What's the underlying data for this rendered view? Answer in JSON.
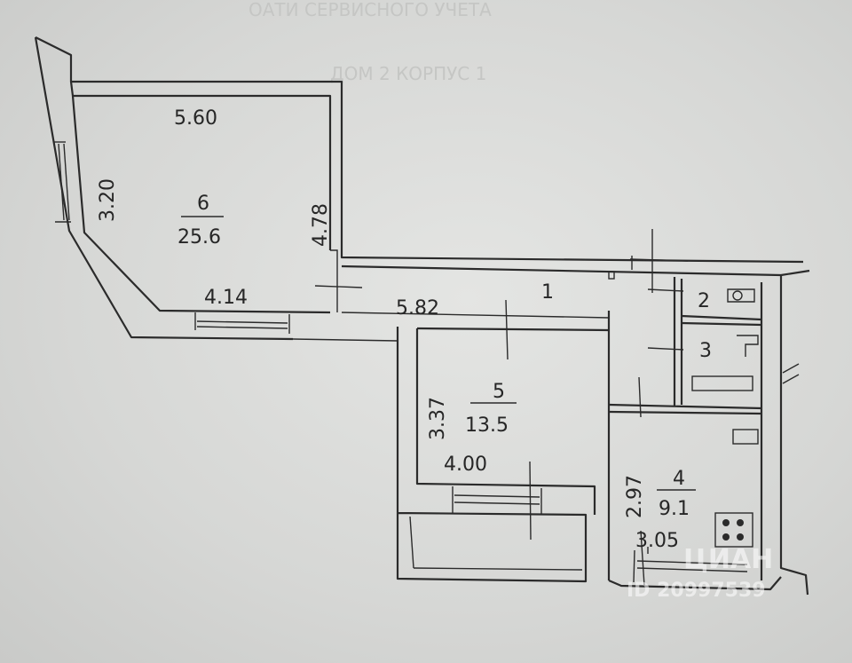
{
  "header_text": {
    "top": "ОАТИ СЕРВИСНОГО УЧЕТА",
    "address": "ДОМ 2 КОРПУС 1"
  },
  "rooms": [
    {
      "id": "6",
      "number": "6",
      "area": "25.6"
    },
    {
      "id": "5",
      "number": "5",
      "area": "13.5"
    },
    {
      "id": "4",
      "number": "4",
      "area": "9.1"
    },
    {
      "id": "1",
      "number": "1"
    },
    {
      "id": "2",
      "number": "2"
    },
    {
      "id": "3",
      "number": "3"
    }
  ],
  "dimensions": {
    "room6_top": "5.60",
    "room6_left": "3.20",
    "room6_right": "4.78",
    "room6_bottom": "4.14",
    "corridor": "5.82",
    "room5_left": "3.37",
    "room5_bottom": "4.00",
    "room4_left": "2.97",
    "room4_bottom": "3.05"
  },
  "watermark": {
    "brand": "ЦИАН",
    "id": "ID 20997539"
  }
}
